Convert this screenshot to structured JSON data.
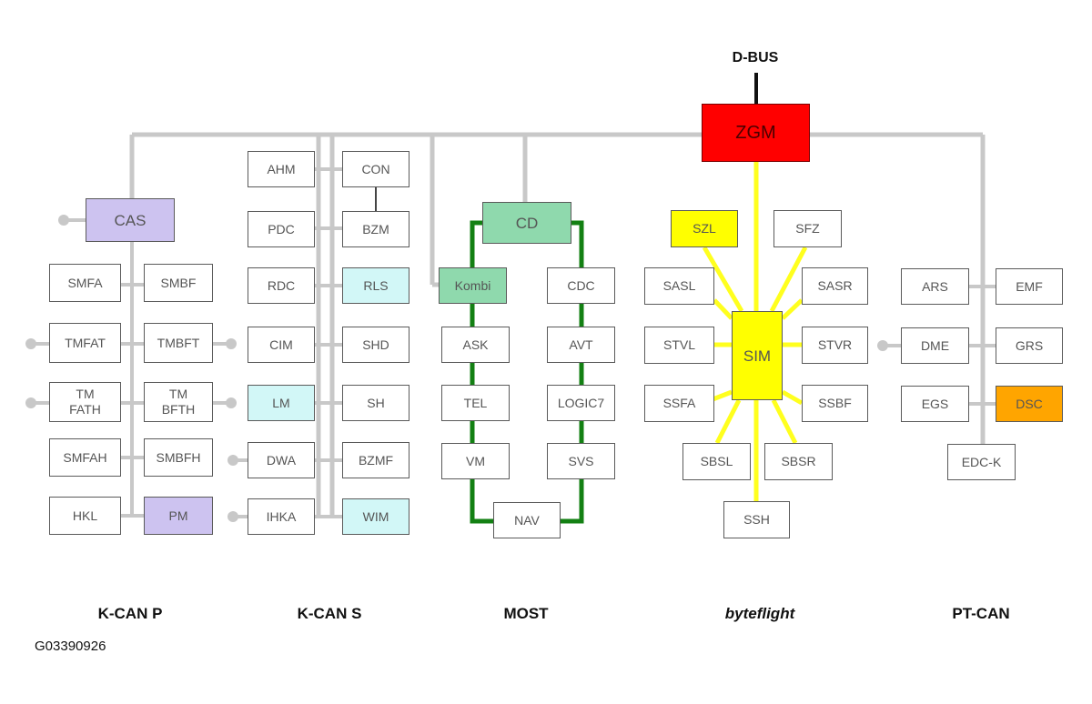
{
  "diagram": {
    "dbus_label": "D-BUS",
    "image_id": "G03390926",
    "colors": {
      "bus_line": "#c8c8c8",
      "most_ring": "#138013",
      "byteflight_line": "#ffff1e",
      "zgm": "#ff0000",
      "kcan_p_highlight": "#cdc3f0",
      "kcan_s_highlight": "#d2f7f7",
      "most_highlight": "#8fd9ad",
      "yellow": "#ffff00",
      "dsc": "#ffa500"
    },
    "bus_labels": {
      "kcan_p": "K-CAN P",
      "kcan_s": "K-CAN S",
      "most": "MOST",
      "byteflight": "byteflight",
      "ptcan": "PT-CAN"
    },
    "modules": {
      "zgm": "ZGM",
      "cas": "CAS",
      "smfa": "SMFA",
      "smbf": "SMBF",
      "tmfat": "TMFAT",
      "tmbft": "TMBFT",
      "tmfath": "TM\nFATH",
      "tmbfth": "TM\nBFTH",
      "smfah": "SMFAH",
      "smbfh": "SMBFH",
      "hkl": "HKL",
      "pm": "PM",
      "ahm": "AHM",
      "con": "CON",
      "pdc": "PDC",
      "bzm": "BZM",
      "rdc": "RDC",
      "rls": "RLS",
      "cim": "CIM",
      "shd": "SHD",
      "lm": "LM",
      "sh": "SH",
      "dwa": "DWA",
      "bzmf": "BZMF",
      "ihka": "IHKA",
      "wim": "WIM",
      "cd": "CD",
      "kombi": "Kombi",
      "cdc": "CDC",
      "ask": "ASK",
      "avt": "AVT",
      "tel": "TEL",
      "logic7": "LOGIC7",
      "vm": "VM",
      "svs": "SVS",
      "nav": "NAV",
      "szl": "SZL",
      "sfz": "SFZ",
      "sasl": "SASL",
      "sasr": "SASR",
      "stvl": "STVL",
      "stvr": "STVR",
      "sim": "SIM",
      "ssfa": "SSFA",
      "ssbf": "SSBF",
      "sbsl": "SBSL",
      "sbsr": "SBSR",
      "ssh": "SSH",
      "ars": "ARS",
      "emf": "EMF",
      "dme": "DME",
      "grs": "GRS",
      "egs": "EGS",
      "dsc": "DSC",
      "edck": "EDC-K"
    }
  }
}
